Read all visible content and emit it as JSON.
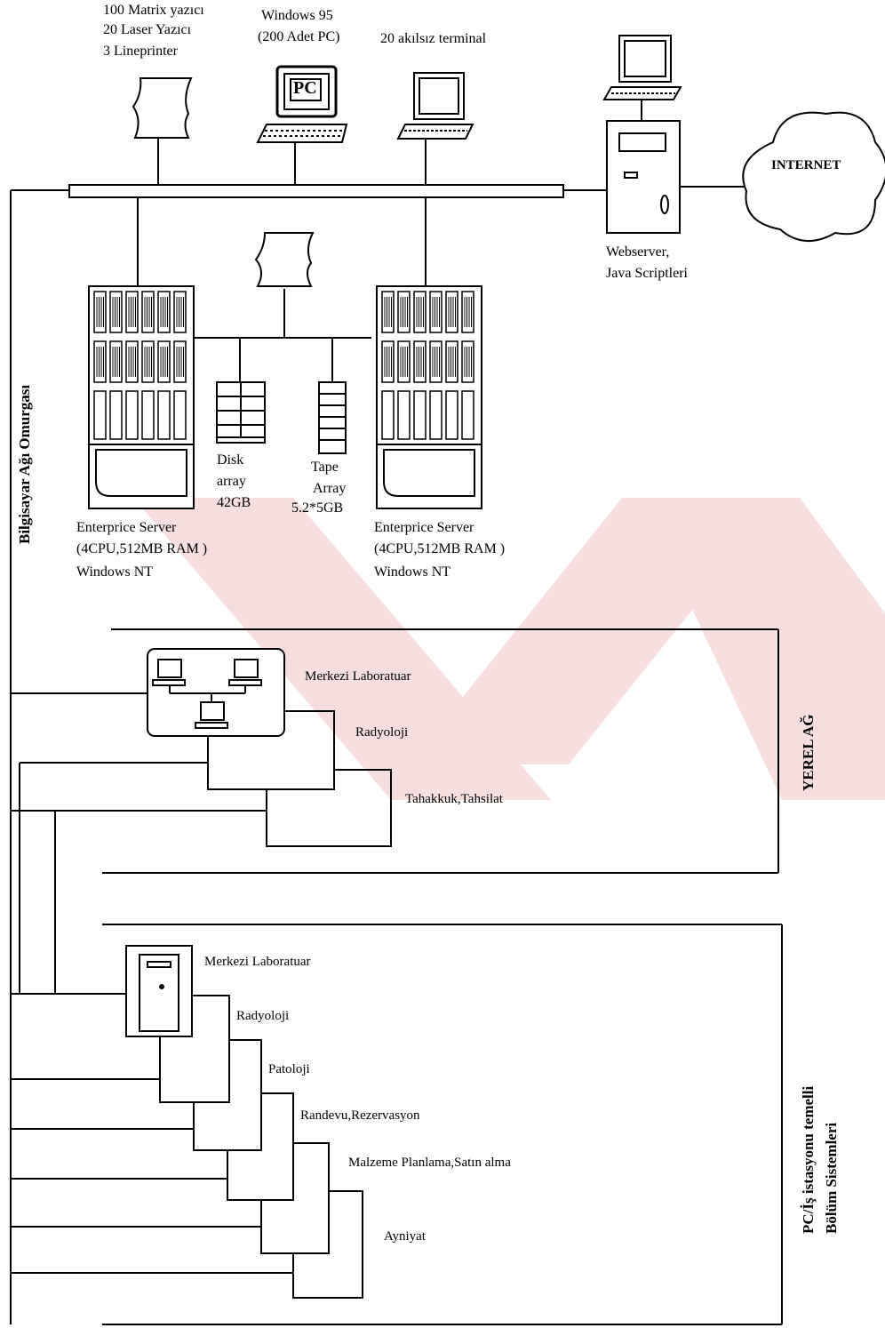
{
  "watermark": {
    "color": "#f6dede"
  },
  "top_devices": {
    "printers_label": [
      "100 Matrix yazıcı",
      "20 Laser Yazıcı",
      "3 Lineprinter"
    ],
    "pc_label": [
      "Windows 95",
      "(200 Adet PC)"
    ],
    "pc_screen_text": "PC",
    "terminal_label": "20 akılsız terminal",
    "internet_label": "INTERNET",
    "webserver_label": [
      "Webserver,",
      "Java Scriptleri"
    ]
  },
  "servers": {
    "left": [
      "Enterprice Server",
      "(4CPU,512MB RAM )",
      "Windows NT"
    ],
    "right": [
      "Enterprice Server",
      "(4CPU,512MB RAM )",
      "Windows NT"
    ],
    "disk_array": [
      "Disk",
      "array",
      "42GB"
    ],
    "tape_array": [
      "Tape",
      "Array",
      "5.2*5GB"
    ]
  },
  "backbone_label": "Bilgisayar Ağı Omurgası",
  "lan": {
    "title": "YEREL AĞ",
    "items": [
      "Merkezi Laboratuar",
      "Radyoloji",
      "Tahakkuk,Tahsilat"
    ]
  },
  "pc_systems": {
    "title": [
      "PC/İş istasyonu temelli",
      "Bölüm Sistemleri"
    ],
    "items": [
      "Merkezi Laboratuar",
      "Radyoloji",
      "Patoloji",
      "Randevu,Rezervasyon",
      "Malzeme Planlama,Satın alma",
      "Ayniyat"
    ]
  }
}
